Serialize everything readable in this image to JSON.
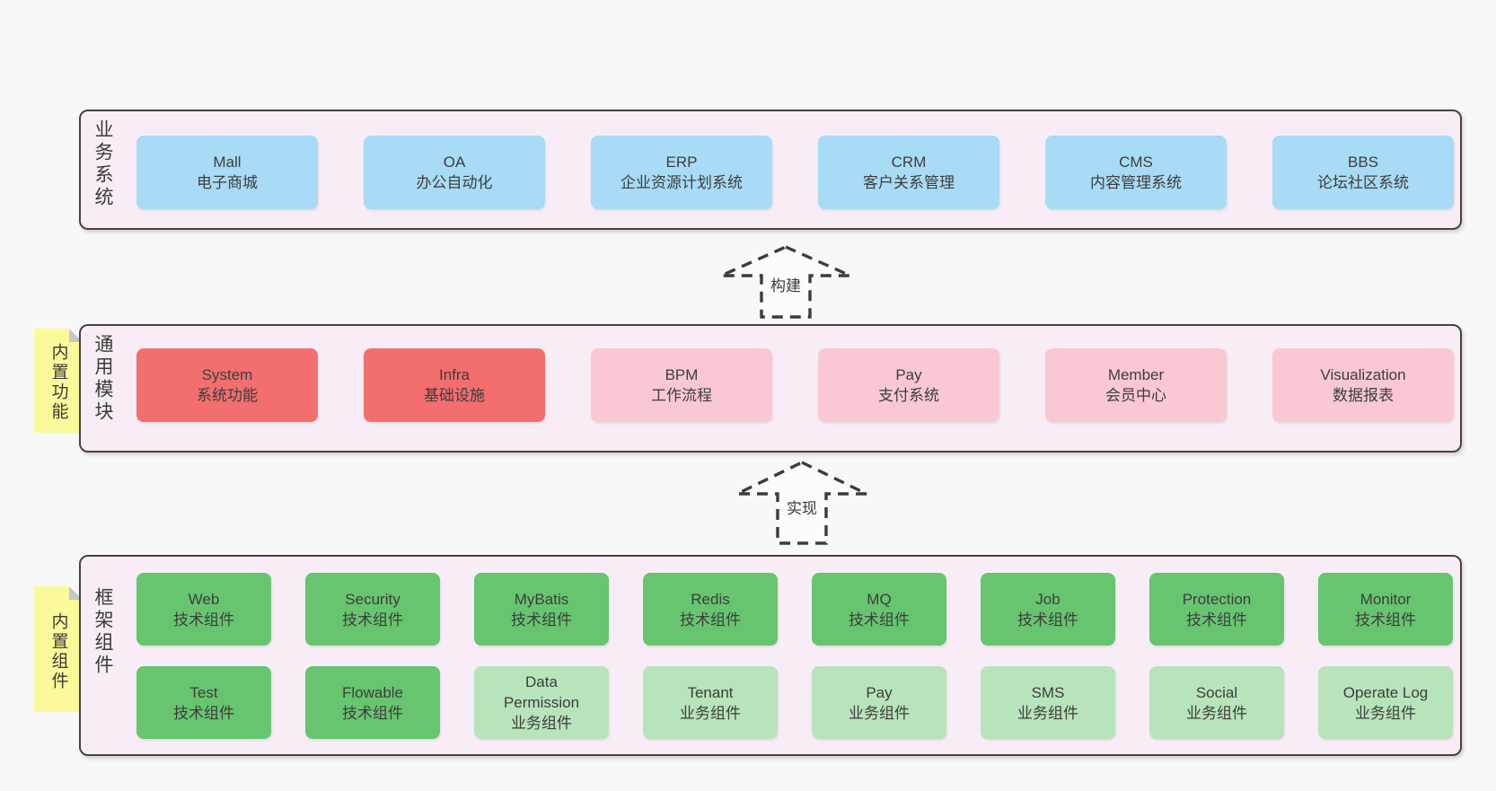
{
  "palette": {
    "page_bg": "#f8f8f8",
    "panel_bg": "#f8edf6",
    "panel_border": "#474147",
    "business_box_blue": "#a8dbf5",
    "module_box_red": "#f36e6e",
    "module_box_pink": "#f9c8d2",
    "tech_box_green": "#67c56f",
    "biz_box_green_light": "#b8e4bb",
    "note_yellow": "#fafa9a",
    "note_fold_gray": "#c6c6c6",
    "text": "#3d3d3d"
  },
  "business": {
    "label": "业务系统",
    "boxes": [
      {
        "title": "Mall",
        "subtitle": "电子商城"
      },
      {
        "title": "OA",
        "subtitle": "办公自动化"
      },
      {
        "title": "ERP",
        "subtitle": "企业资源计划系统"
      },
      {
        "title": "CRM",
        "subtitle": "客户关系管理"
      },
      {
        "title": "CMS",
        "subtitle": "内容管理系统"
      },
      {
        "title": "BBS",
        "subtitle": "论坛社区系统"
      }
    ]
  },
  "arrows": {
    "build": {
      "label": "构建"
    },
    "implement": {
      "label": "实现"
    }
  },
  "modules": {
    "label": "通用模块",
    "note": "内置功能",
    "boxes": [
      {
        "title": "System",
        "subtitle": "系统功能"
      },
      {
        "title": "Infra",
        "subtitle": "基础设施"
      },
      {
        "title": "BPM",
        "subtitle": "工作流程"
      },
      {
        "title": "Pay",
        "subtitle": "支付系统"
      },
      {
        "title": "Member",
        "subtitle": "会员中心"
      },
      {
        "title": "Visualization",
        "subtitle": "数据报表"
      }
    ]
  },
  "components": {
    "label": "框架组件",
    "note": "内置组件",
    "row1": [
      {
        "title": "Web",
        "subtitle": "技术组件"
      },
      {
        "title": "Security",
        "subtitle": "技术组件"
      },
      {
        "title": "MyBatis",
        "subtitle": "技术组件"
      },
      {
        "title": "Redis",
        "subtitle": "技术组件"
      },
      {
        "title": "MQ",
        "subtitle": "技术组件"
      },
      {
        "title": "Job",
        "subtitle": "技术组件"
      },
      {
        "title": "Protection",
        "subtitle": "技术组件"
      },
      {
        "title": "Monitor",
        "subtitle": "技术组件"
      }
    ],
    "row2": [
      {
        "title": "Test",
        "subtitle": "技术组件"
      },
      {
        "title": "Flowable",
        "subtitle": "技术组件"
      },
      {
        "title": "Data Permission",
        "subtitle": "业务组件"
      },
      {
        "title": "Tenant",
        "subtitle": "业务组件"
      },
      {
        "title": "Pay",
        "subtitle": "业务组件"
      },
      {
        "title": "SMS",
        "subtitle": "业务组件"
      },
      {
        "title": "Social",
        "subtitle": "业务组件"
      },
      {
        "title": "Operate Log",
        "subtitle": "业务组件"
      }
    ]
  }
}
